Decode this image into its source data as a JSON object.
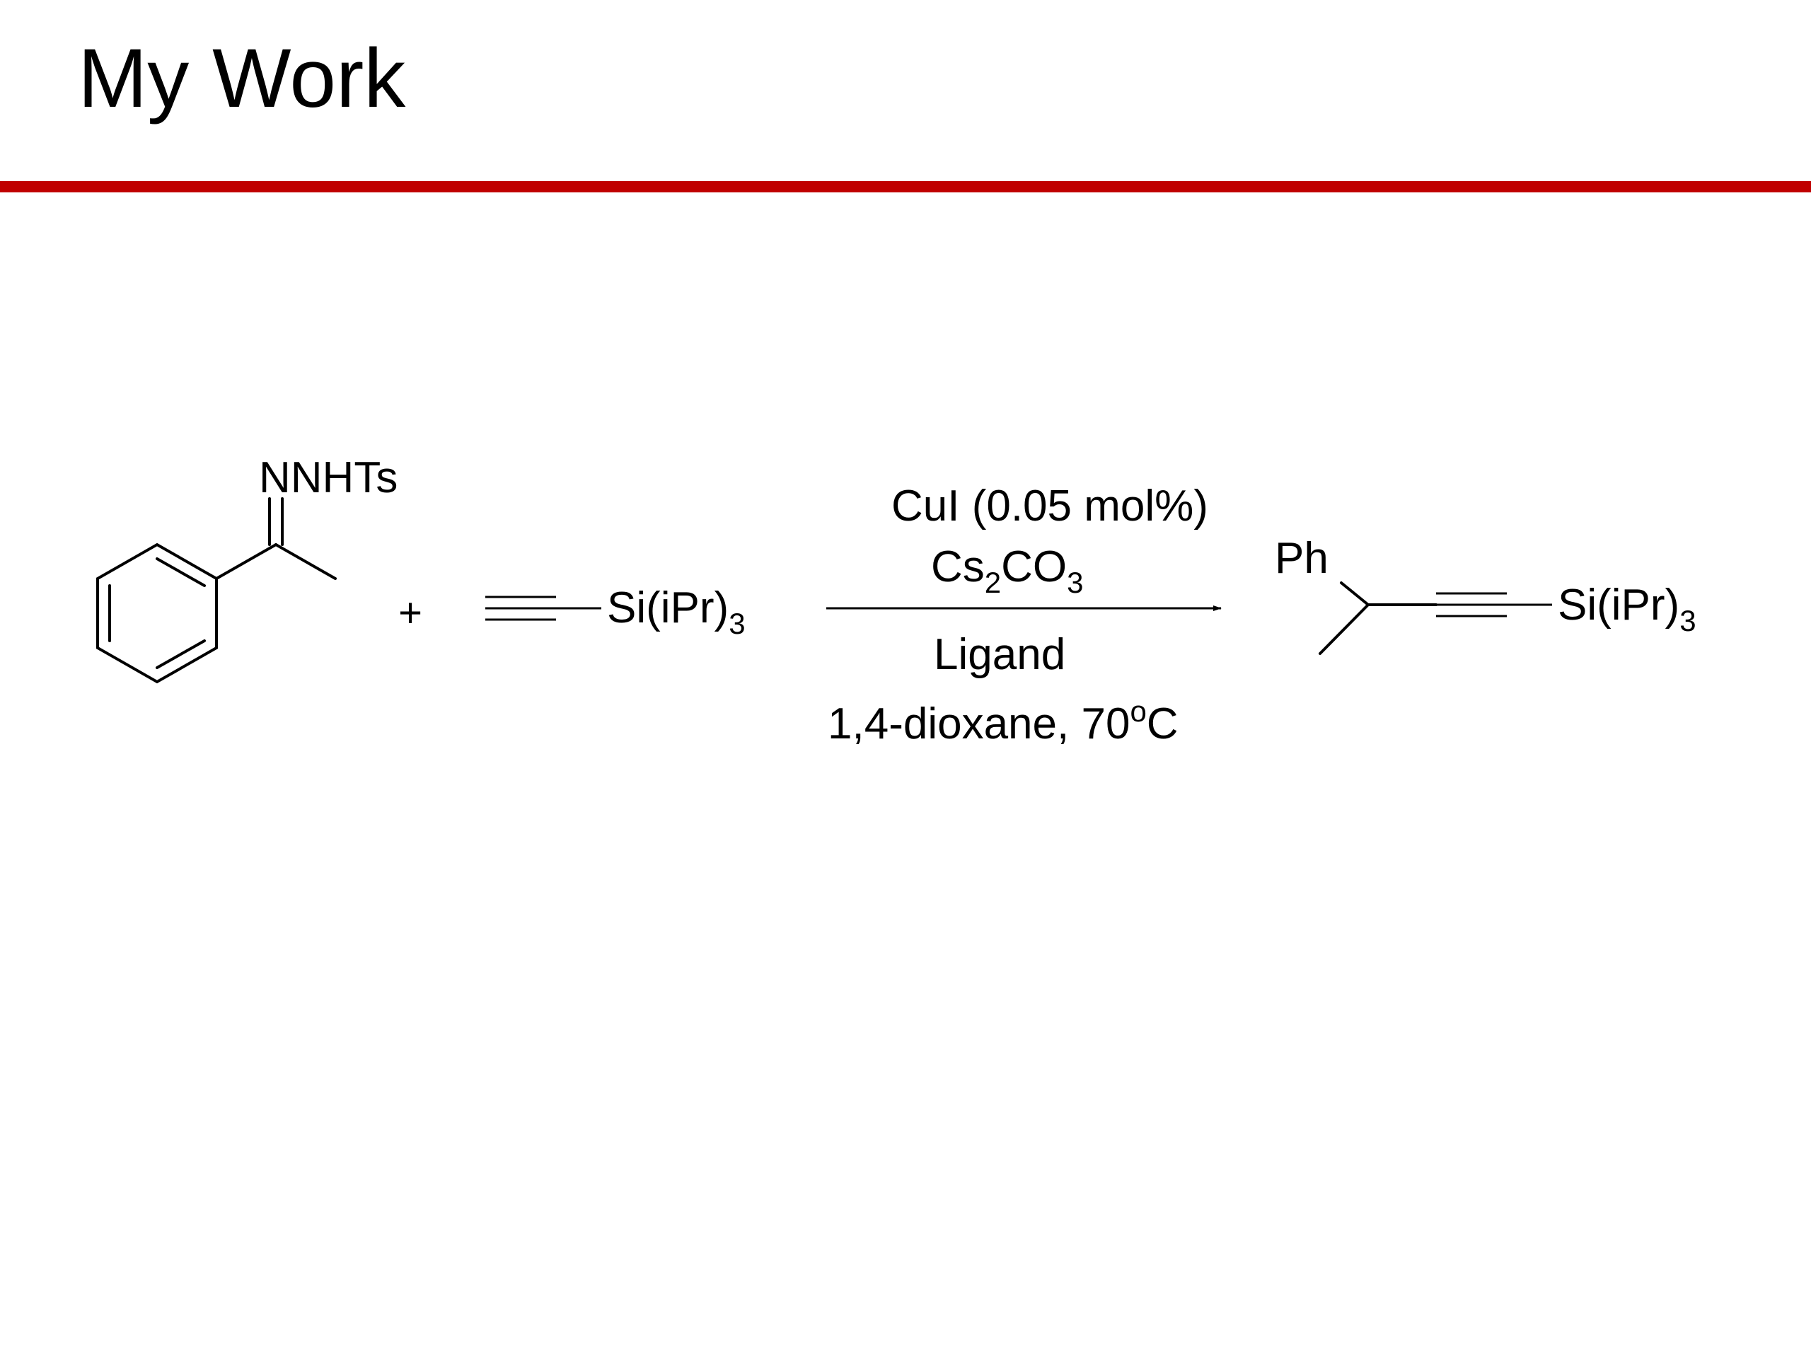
{
  "slide": {
    "title": "My Work",
    "accent_color": "#c00000"
  },
  "scheme": {
    "reactant1": {
      "substituent": "NNHTs"
    },
    "plus": "+",
    "reactant2": {
      "group": "Si(iPr)",
      "subscript": "3"
    },
    "conditions": {
      "catalyst": "CuI (0.05 mol%)",
      "base": {
        "part1": "Cs",
        "sub1": "2",
        "part2": "CO",
        "sub2": "3"
      },
      "ligand": "Ligand",
      "solvent": {
        "text": "1,4-dioxane, 70",
        "degree": "o",
        "unit": "C"
      }
    },
    "product": {
      "substituent": "Ph",
      "group": "Si(iPr)",
      "subscript": "3"
    }
  }
}
